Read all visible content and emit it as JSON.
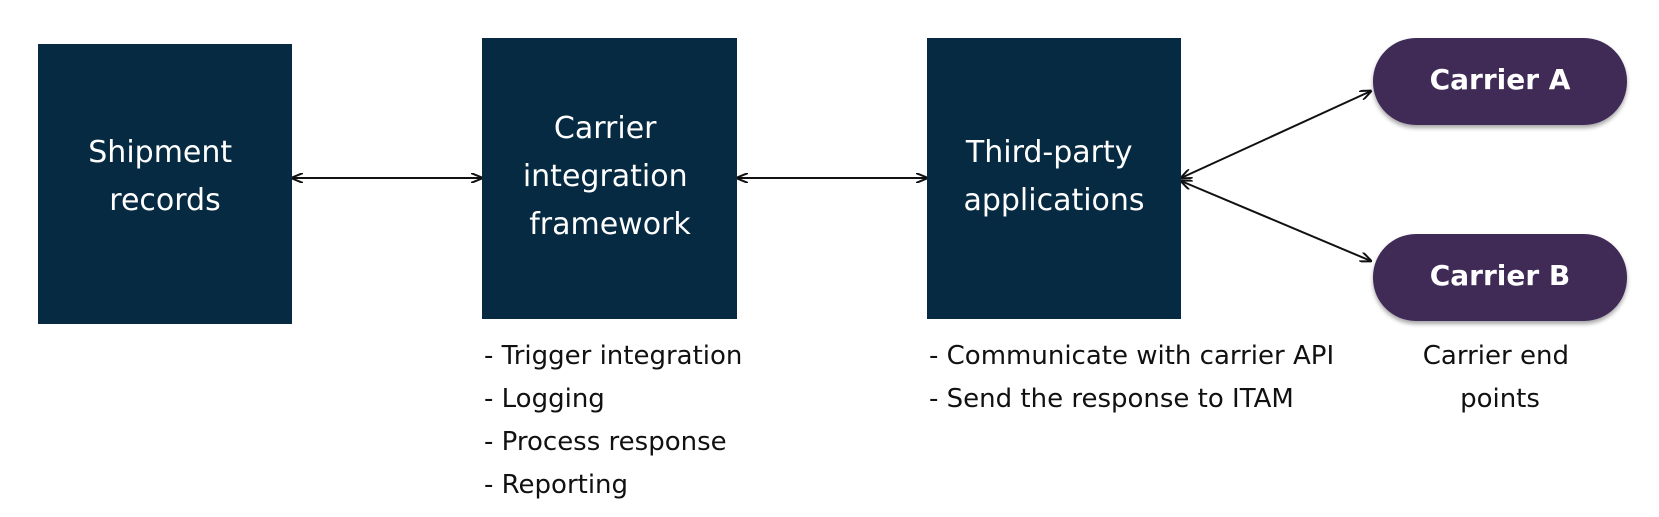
{
  "colors": {
    "box_fill": "#052A42",
    "pill_fill": "#412A57",
    "line": "#111111",
    "box_text": "#FFFFFF",
    "note_text": "#111111"
  },
  "boxes": {
    "shipment": {
      "lines": [
        "Shipment",
        "records"
      ]
    },
    "framework": {
      "lines": [
        "Carrier",
        "integration",
        "framework"
      ]
    },
    "third_party": {
      "lines": [
        "Third-party",
        "applications"
      ]
    }
  },
  "carriers": {
    "a": {
      "label": "Carrier A"
    },
    "b": {
      "label": "Carrier B"
    }
  },
  "notes": {
    "framework": [
      "- Trigger integration",
      "- Logging",
      "- Process response",
      "- Reporting"
    ],
    "third_party": [
      "- Communicate with carrier API",
      "- Send the response to ITAM"
    ],
    "carriers": [
      "Carrier end",
      "points"
    ]
  }
}
